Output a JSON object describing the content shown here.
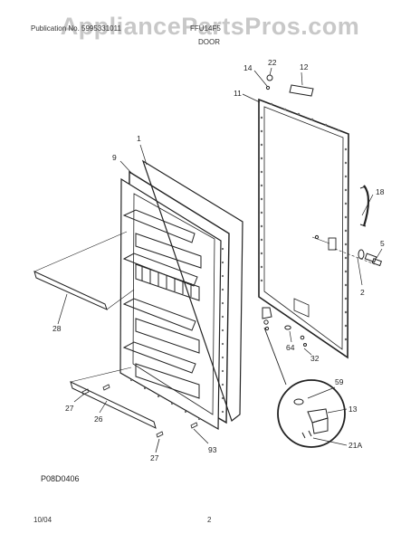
{
  "watermark": "AppliancePartsPros.com",
  "header": {
    "left": "Publication No. 5995331011",
    "center": "DOOR",
    "section": "FFU14F5"
  },
  "diagram_code": "P08D0406",
  "footer": {
    "date": "10/04",
    "page": "2"
  },
  "callouts": {
    "c1": "1",
    "c2": "2",
    "c5": "5",
    "c9": "9",
    "c11": "11",
    "c12": "12",
    "c13": "13",
    "c14": "14",
    "c18": "18",
    "c21a": "21A",
    "c22": "22",
    "c26": "26",
    "c27a": "27",
    "c27b": "27",
    "c28": "28",
    "c32": "32",
    "c59": "59",
    "c64": "64",
    "c93": "93"
  }
}
